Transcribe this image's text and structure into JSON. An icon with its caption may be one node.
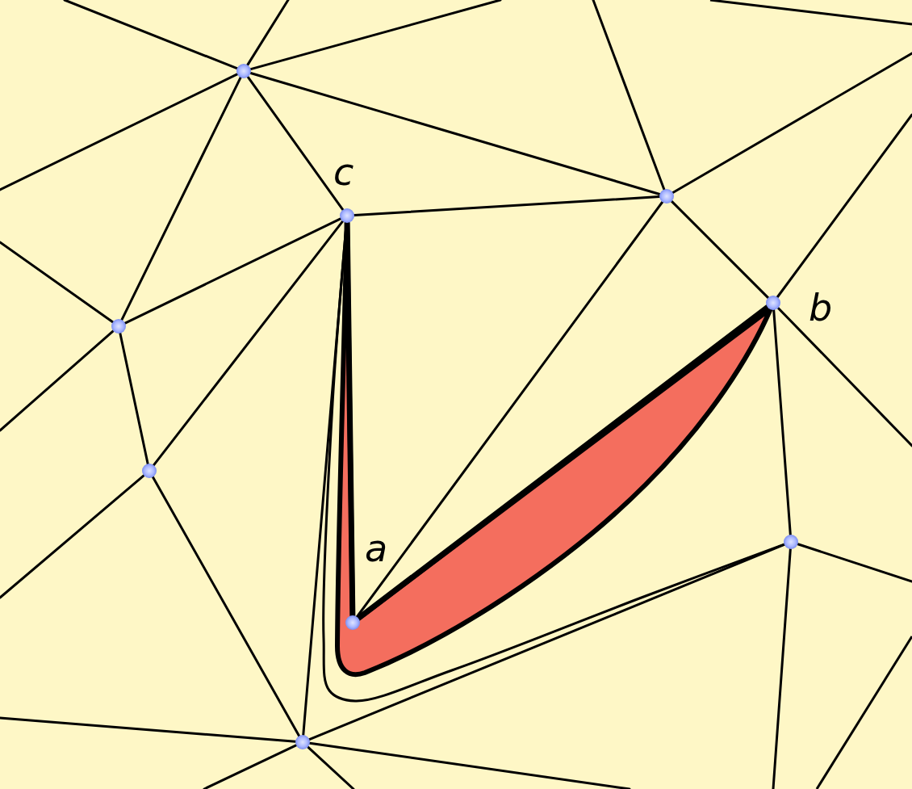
{
  "diagram": {
    "nodes": [
      {
        "text": [],
        "shape": "circle"
      },
      {
        "text": [],
        "shape": "circle"
      },
      {
        "text": [],
        "shape": "circle",
        "beside": [
          "c"
        ]
      },
      {
        "text": [],
        "shape": "circle",
        "beside": [
          "b"
        ]
      },
      {
        "text": [],
        "shape": "circle"
      },
      {
        "text": [],
        "shape": "circle"
      },
      {
        "text": [],
        "shape": "circle"
      },
      {
        "text": [],
        "shape": "circle",
        "beside": [
          "a"
        ]
      },
      {
        "text": [],
        "shape": "circle"
      }
    ],
    "edges": [
      {
        "from": 0,
        "to": 2,
        "arrow": "none"
      },
      {
        "from": 0,
        "to": 1,
        "arrow": "none"
      },
      {
        "from": 0,
        "to": 4,
        "arrow": "none"
      },
      {
        "from": 0,
        "to": null,
        "arrow": "none"
      },
      {
        "from": 0,
        "to": null,
        "arrow": "none"
      },
      {
        "from": 0,
        "to": null,
        "arrow": "none"
      },
      {
        "from": 0,
        "to": null,
        "arrow": "none"
      },
      {
        "from": 1,
        "to": 2,
        "arrow": "none"
      },
      {
        "from": 1,
        "to": 3,
        "arrow": "none"
      },
      {
        "from": 1,
        "to": 7,
        "arrow": "none"
      },
      {
        "from": 1,
        "to": null,
        "arrow": "none"
      },
      {
        "from": 1,
        "to": null,
        "arrow": "none"
      },
      {
        "from": 2,
        "to": 4,
        "arrow": "none"
      },
      {
        "from": 2,
        "to": 5,
        "arrow": "none"
      },
      {
        "from": 2,
        "to": 7,
        "arrow": "none",
        "style": "thick"
      },
      {
        "from": 2,
        "to": 8,
        "arrow": "none"
      },
      {
        "from": 2,
        "to": 6,
        "arrow": "none"
      },
      {
        "from": 3,
        "to": 7,
        "arrow": "none",
        "style": "thick"
      },
      {
        "from": 3,
        "to": 6,
        "arrow": "none"
      },
      {
        "from": 3,
        "to": null,
        "arrow": "none"
      },
      {
        "from": 3,
        "to": null,
        "arrow": "none"
      },
      {
        "from": 4,
        "to": 5,
        "arrow": "none"
      },
      {
        "from": 4,
        "to": null,
        "arrow": "none"
      },
      {
        "from": 4,
        "to": null,
        "arrow": "none"
      },
      {
        "from": 5,
        "to": 8,
        "arrow": "none"
      },
      {
        "from": 5,
        "to": null,
        "arrow": "none"
      },
      {
        "from": 6,
        "to": 8,
        "arrow": "none"
      },
      {
        "from": 6,
        "to": null,
        "arrow": "none"
      },
      {
        "from": 6,
        "to": null,
        "arrow": "none"
      },
      {
        "from": 8,
        "to": null,
        "arrow": "none"
      },
      {
        "from": 8,
        "to": null,
        "arrow": "none"
      },
      {
        "from": 8,
        "to": null,
        "arrow": "none"
      },
      {
        "from": 8,
        "to": null,
        "arrow": "none"
      }
    ]
  }
}
